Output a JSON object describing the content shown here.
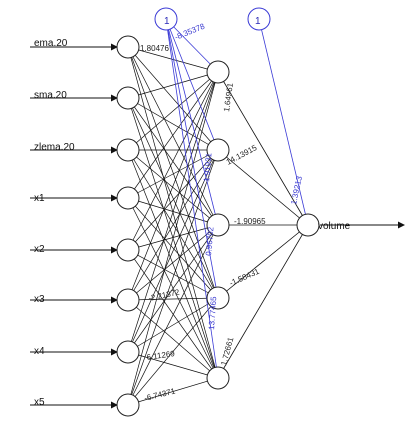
{
  "diagram": {
    "input_nodes": [
      "ema.20",
      "sma.20",
      "zlema.20",
      "x1",
      "x2",
      "x3",
      "x4",
      "x5"
    ],
    "output_node": "volume",
    "bias_label": "1",
    "hidden_bias_weight_labels": [
      "-8.35378",
      "",
      "",
      "1.91931",
      "0.96702",
      "13.77465"
    ],
    "hidden_to_output_weights": [
      "1.64961",
      "14.13915",
      "-1.90965",
      "-1.58431",
      "1.72661"
    ],
    "output_bias_weight": "1.39213",
    "visible_input_weights": [
      "1.80476",
      "-2.21372",
      "6.11269",
      "-6.74371"
    ],
    "colors": {
      "edge": "#111111",
      "bias_edge": "#3b3bd6",
      "node_fill": "#ffffff",
      "node_stroke": "#222222"
    }
  }
}
